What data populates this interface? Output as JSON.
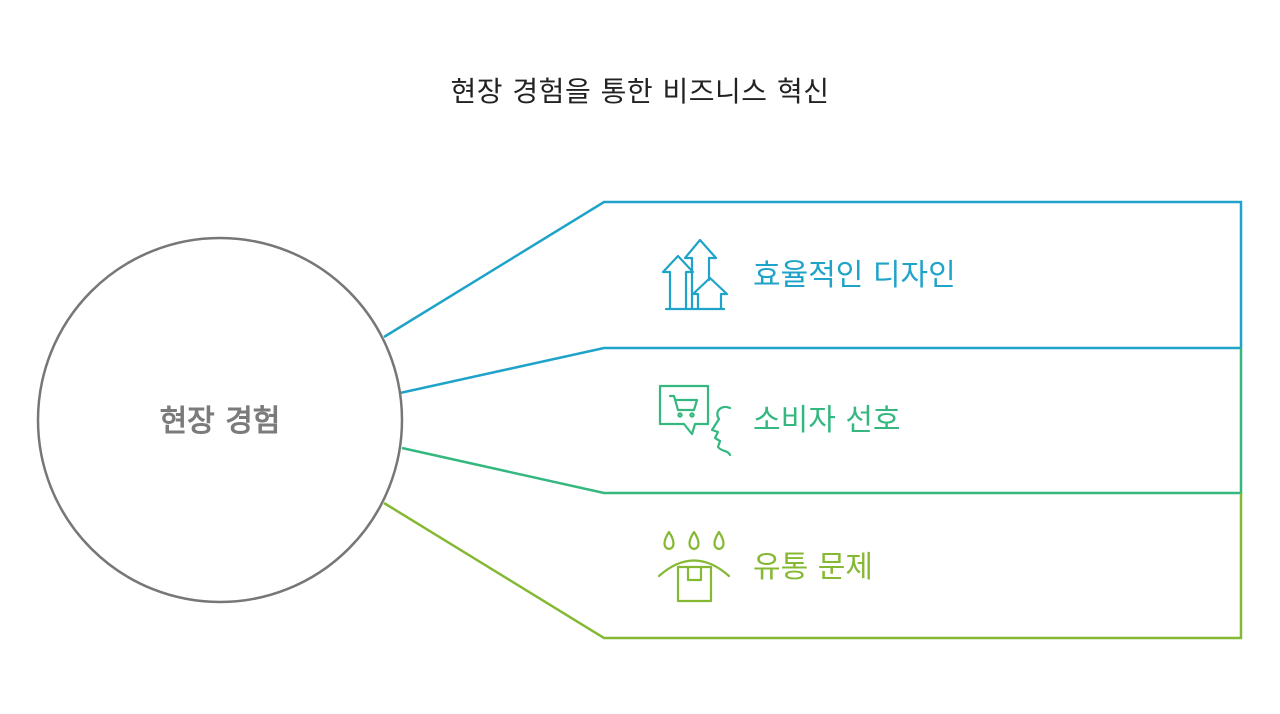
{
  "title": "현장 경험을 통한 비즈니스 혁신",
  "center": {
    "label": "현장 경험",
    "stroke_color": "#777777"
  },
  "branches": [
    {
      "label": "효율적인 디자인",
      "icon": "up-arrows-icon",
      "color": "#1FA3C9"
    },
    {
      "label": "소비자 선호",
      "icon": "shopping-chat-face-icon",
      "color": "#34B87F"
    },
    {
      "label": "유통 문제",
      "icon": "box-drops-icon",
      "color": "#85B833"
    }
  ]
}
